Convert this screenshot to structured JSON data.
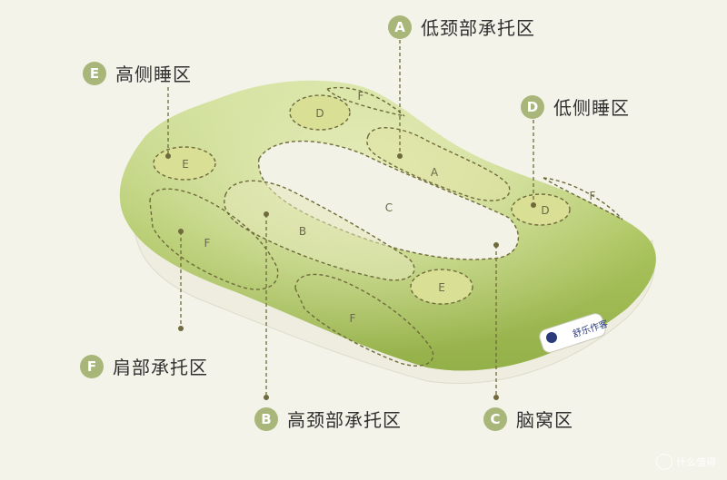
{
  "callouts": [
    {
      "key": "A",
      "label": "低颈部承托区"
    },
    {
      "key": "B",
      "label": "高颈部承托区"
    },
    {
      "key": "C",
      "label": "脑窝区"
    },
    {
      "key": "D",
      "label": "低侧睡区"
    },
    {
      "key": "E",
      "label": "高侧睡区"
    },
    {
      "key": "F",
      "label": "肩部承托区"
    }
  ],
  "zone_letters": {
    "a": "A",
    "b": "B",
    "c": "C",
    "d": "D",
    "e": "E",
    "f": "F"
  },
  "tag_text": "舒乐作客",
  "watermark": "什么值得",
  "colors": {
    "background": "#f4f3e9",
    "pillow_green": "#a7c25a",
    "pillow_light": "#d7e3a6",
    "base_cream": "#f0efe3",
    "badge": "#a9b67a",
    "zone_fill": "#d9df95",
    "zone_white": "#f3f2e6",
    "dash": "#6f6a3c"
  }
}
